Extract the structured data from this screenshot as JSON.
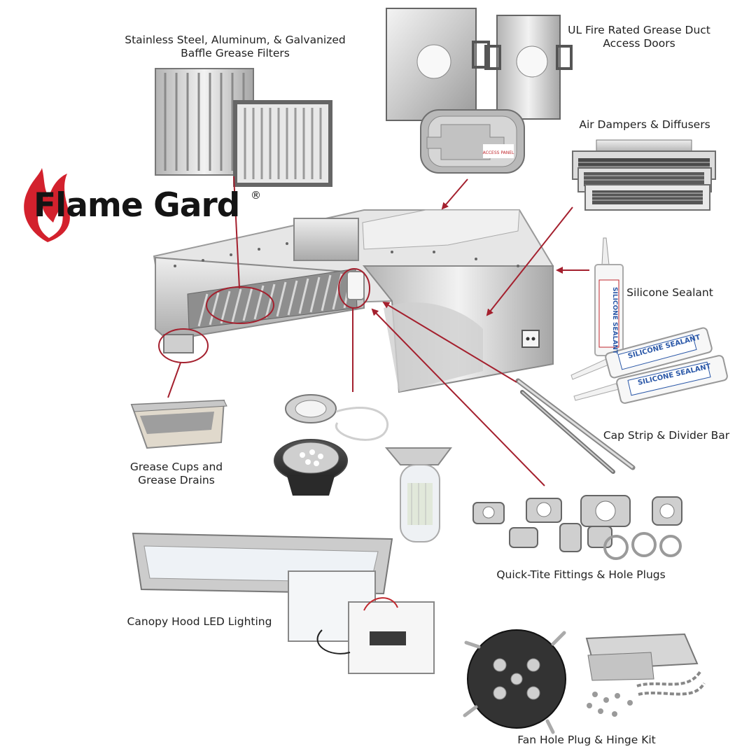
{
  "brand": {
    "name": "Flame Gard",
    "registered_mark": "®",
    "flame_color": "#d3212d",
    "text_color": "#141414"
  },
  "accent_color": "#a4202e",
  "labels": {
    "baffle_filters_line1": "Stainless Steel, Aluminum, & Galvanized",
    "baffle_filters_line2": "Baffle Grease Filters",
    "access_doors_line1": "UL Fire Rated Grease Duct",
    "access_doors_line2": "Access Doors",
    "dampers": "Air Dampers & Diffusers",
    "sealant": "Silicone Sealant",
    "cap_strip": "Cap Strip & Divider Bar",
    "grease_cups_line1": "Grease Cups and",
    "grease_cups_line2": "Grease Drains",
    "fittings": "Quick-Tite Fittings & Hole Plugs",
    "led_lighting": "Canopy Hood LED Lighting",
    "fan_hole": "Fan Hole Plug & Hinge Kit"
  },
  "tube_text": "SILICONE SEALANT",
  "access_panel_text": "ACCESS PANEL"
}
